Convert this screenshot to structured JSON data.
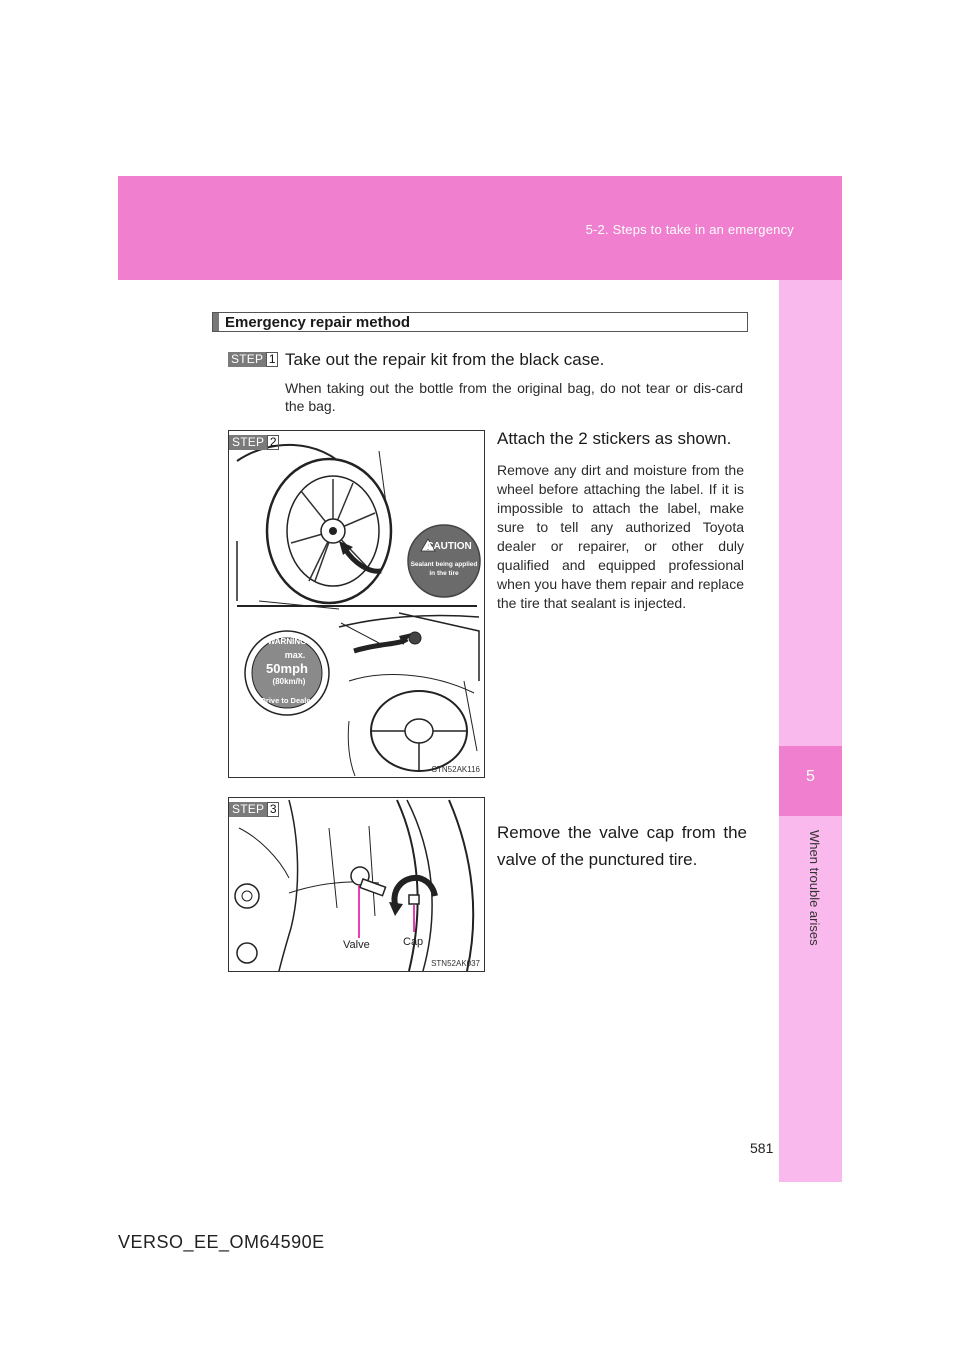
{
  "header": {
    "section": "5-2. Steps to take in an emergency"
  },
  "side_tab": {
    "chapter_number": "5",
    "chapter_title": "When trouble arises"
  },
  "section_title": "Emergency repair method",
  "steps": [
    {
      "label": "STEP",
      "number": "1",
      "text": "Take out the repair kit from the black case.",
      "note": "When taking out the bottle from the original bag, do not tear or dis-card the bag."
    },
    {
      "label": "STEP",
      "number": "2",
      "text": "Attach the 2 stickers as shown.",
      "note": "Remove any dirt and moisture from the wheel before attaching the label. If it is impossible to attach the label, make sure to tell any authorized Toyota dealer or repairer, or other duly qualified and equipped professional when you have them repair and replace the tire that sealant is injected.",
      "figure": {
        "code": "STN52AK116",
        "caution_sticker": {
          "heading": "CAUTION",
          "line1": "Sealant being applied",
          "line2": "in the tire"
        },
        "warning_sticker": {
          "top": "WARNING",
          "max": "max.",
          "speed": "50mph",
          "kmh": "(80km/h)",
          "bottom": "Drive to Dealer"
        }
      }
    },
    {
      "label": "STEP",
      "number": "3",
      "text": "Remove the valve cap from the valve of the punctured tire.",
      "figure": {
        "code": "STN52AK037",
        "valve_label": "Valve",
        "cap_label": "Cap"
      }
    }
  ],
  "page_number": "581",
  "doc_code": "VERSO_EE_OM64590E",
  "colors": {
    "accent_pink": "#f07fcf",
    "light_pink": "#f9b9ec",
    "callout_magenta": "#e0009a"
  }
}
